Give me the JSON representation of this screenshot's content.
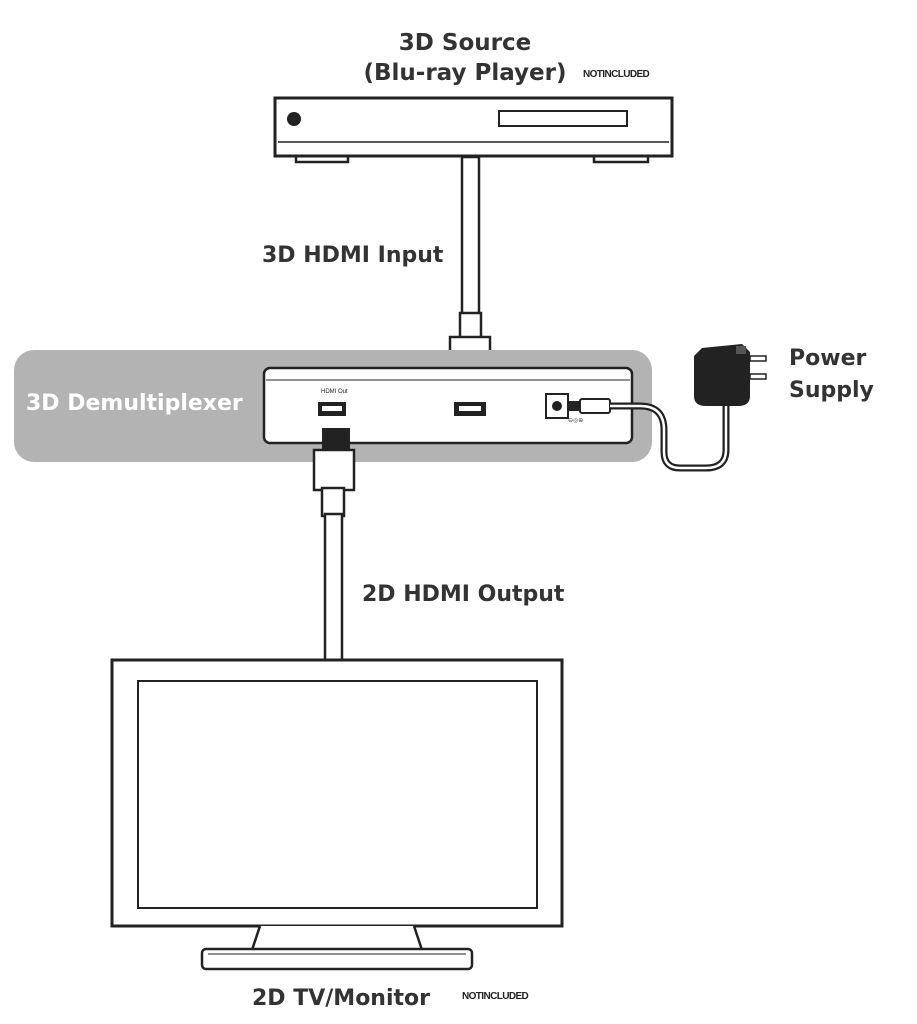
{
  "source": {
    "title_line1": "3D Source",
    "title_line2": "(Blu-ray Player)",
    "note": "NOTINCLUDED"
  },
  "input_cable": {
    "label": "3D HDMI Input"
  },
  "demultiplexer": {
    "label": "3D Demultiplexer",
    "port_label": "HDMI Out",
    "band_color": "#b3b3b3"
  },
  "power": {
    "line1": "Power",
    "line2": "Supply"
  },
  "output_cable": {
    "label": "2D HDMI Output"
  },
  "display": {
    "label": "2D TV/Monitor",
    "note": "NOTINCLUDED"
  }
}
